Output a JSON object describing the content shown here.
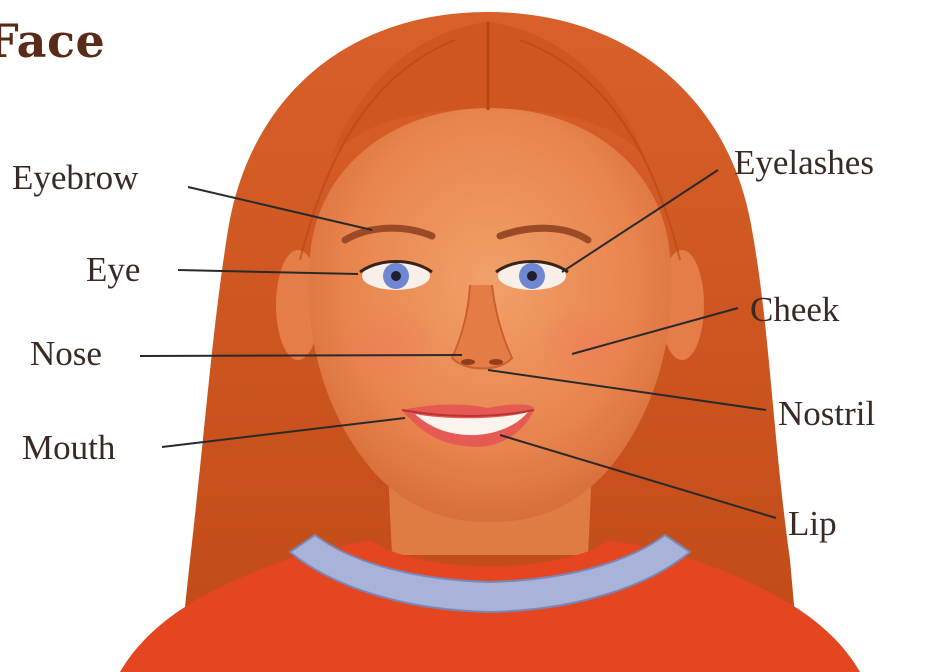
{
  "title": "Face",
  "labels": {
    "eyebrow": "Eyebrow",
    "eye": "Eye",
    "nose": "Nose",
    "mouth": "Mouth",
    "eyelashes": "Eyelashes",
    "cheek": "Cheek",
    "nostril": "Nostril",
    "lip": "Lip"
  },
  "colors": {
    "hair": "#d2561f",
    "skin": "#e98a55",
    "sweater": "#e4461f",
    "collar": "#a9b3d8",
    "iris": "#6f86d2",
    "title": "#5a2a18",
    "label_text": "#3a2a24"
  }
}
